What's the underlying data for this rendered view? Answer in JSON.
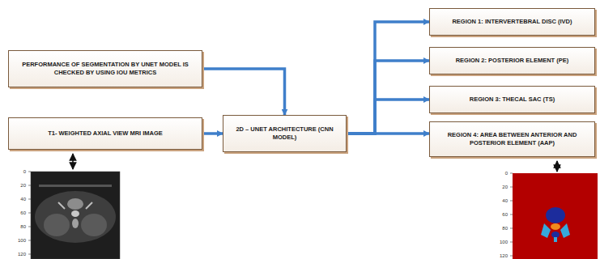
{
  "diagram": {
    "nodes": [
      {
        "text": [
          "PERFORMANCE OF SEGMENTATION BY UNET MODEL IS CHECKED BY USING IOU METRICS"
        ]
      },
      {
        "text": [
          "T1- WEIGHTED AXIAL VIEW MRI IMAGE"
        ]
      },
      {
        "text": [
          "2D – UNET ARCHITECTURE (CNN MODEL)"
        ]
      },
      {
        "text": [
          "REGION 1: INTERVERTEBRAL DISC (IVD)"
        ]
      },
      {
        "text": [
          "REGION 2: POSTERIOR ELEMENT (PE)"
        ]
      },
      {
        "text": [
          "REGION 3: THECAL SAC (TS)"
        ]
      },
      {
        "text": [
          "REGION 4: AREA BETWEEN ANTERIOR AND POSTERIOR ELEMENT (AAP)"
        ]
      }
    ],
    "edges": [
      {
        "from": 0,
        "to": 2,
        "arrow": "to"
      },
      {
        "from": 1,
        "to": 2,
        "arrow": "to"
      },
      {
        "from": 2,
        "to": 3,
        "arrow": "to"
      },
      {
        "from": 2,
        "to": 4,
        "arrow": "to"
      },
      {
        "from": 2,
        "to": 5,
        "arrow": "to"
      },
      {
        "from": 2,
        "to": 6,
        "arrow": "to"
      }
    ],
    "labels": [
      "0",
      "20",
      "40",
      "60",
      "80",
      "100",
      "120",
      "0",
      "20",
      "40",
      "60",
      "80",
      "100",
      "120"
    ]
  }
}
